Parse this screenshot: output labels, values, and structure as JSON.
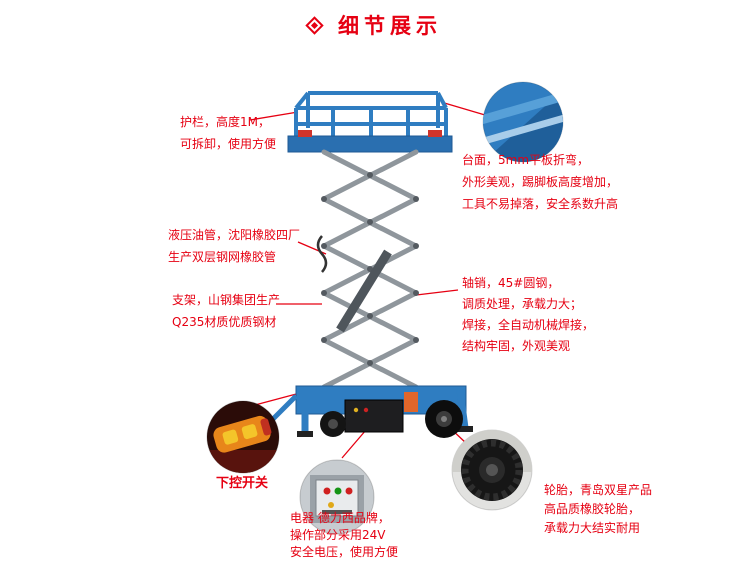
{
  "title": {
    "icon": "diamond-icon",
    "text": "细节展示"
  },
  "colors": {
    "accent_red": "#e60012",
    "lift_blue": "#2f7dc1",
    "platform_blue_dark": "#2a6fb0",
    "scissor_gray": "#8f969c"
  },
  "callouts": {
    "guardrail": {
      "lines": [
        "护栏，高度1M，",
        "可拆卸，使用方便"
      ]
    },
    "platform": {
      "lines": [
        "台面，5mm平板折弯，",
        "外形美观，踢脚板高度增加，",
        "工具不易掉落，安全系数升高"
      ]
    },
    "hydraulic_hose": {
      "lines": [
        "液压油管，沈阳橡胶四厂",
        "生产双层钢网橡胶管"
      ]
    },
    "support_frame": {
      "lines": [
        "支架，山钢集团生产",
        "Q235材质优质钢材"
      ]
    },
    "axle_pin_weld": {
      "lines": [
        "轴销，45#圆钢，",
        "调质处理，承载力大；",
        "焊接，全自动机械焊接，",
        "结构牢固，外观美观"
      ]
    },
    "lower_control": {
      "label": "下控开关"
    },
    "electrics": {
      "lines": [
        "电器 德力西品牌，",
        "操作部分采用24V",
        "安全电压，使用方便"
      ]
    },
    "tires": {
      "lines": [
        "轮胎，青岛双星产品",
        "高品质橡胶轮胎，",
        "承载力大结实耐用"
      ]
    }
  }
}
